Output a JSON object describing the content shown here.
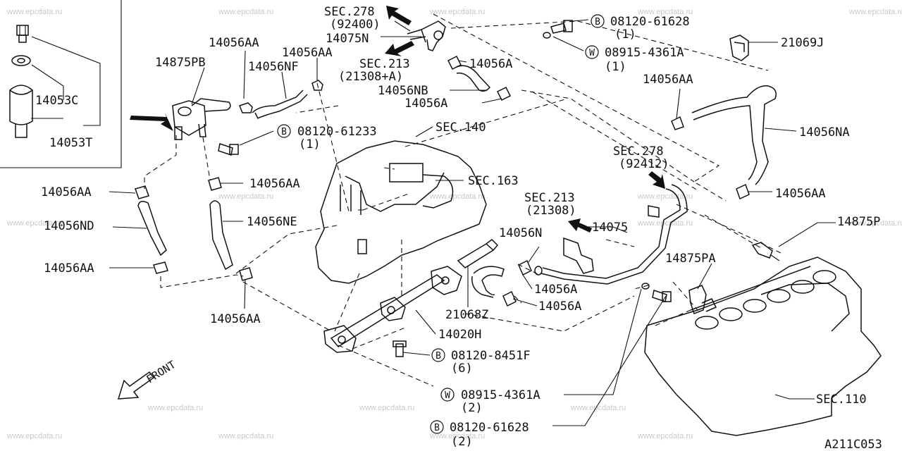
{
  "diagram_id": "A211C053",
  "watermark": "www.epcdata.ru",
  "front_label": "FRONT",
  "inset_labels": {
    "p14053c": "14053C",
    "p14053t": "14053T"
  },
  "labels": {
    "sec278a": "SEC.278",
    "sec278a_sub": "(92400)",
    "p14075n": "14075N",
    "sec213a": "SEC.213",
    "sec213a_sub": "(21308+A)",
    "p14056aa_1": "14056AA",
    "p14056aa_2": "14056AA",
    "p14056nf": "14056NF",
    "p14875pb": "14875PB",
    "p14056a_1": "14056A",
    "p14056nb": "14056NB",
    "p14056a_2": "14056A",
    "b08120_61628_top": "08120-61628",
    "b08120_61628_top_q": "(1)",
    "w08915_4361a_top": "08915-4361A",
    "w08915_4361a_top_q": "(1)",
    "p21069j": "21069J",
    "p14056aa_r": "14056AA",
    "p14056na": "14056NA",
    "b08120_61233": "08120-61233",
    "b08120_61233_q": "(1)",
    "sec140": "SEC.140",
    "sec278b": "SEC.278",
    "sec278b_sub": "(92412)",
    "sec163": "SEC.163",
    "p14056aa_l1": "14056AA",
    "p14056aa_m": "14056AA",
    "p14056aa_r2": "14056AA",
    "p14056nd": "14056ND",
    "p14056ne": "14056NE",
    "sec213b": "SEC.213",
    "sec213b_sub": "(21308)",
    "p14075": "14075",
    "p14875p": "14875P",
    "p14056n": "14056N",
    "p14056aa_l2": "14056AA",
    "p14875pa": "14875PA",
    "p14056a_3": "14056A",
    "p14056a_4": "14056A",
    "p21068z": "21068Z",
    "p14056aa_b": "14056AA",
    "p14020h": "14020H",
    "b08120_8451f": "08120-8451F",
    "b08120_8451f_q": "(6)",
    "w08915_4361a_bot": "08915-4361A",
    "w08915_4361a_bot_q": "(2)",
    "sec110": "SEC.110",
    "b08120_61628_bot": "08120-61628",
    "b08120_61628_bot_q": "(2)"
  },
  "callouts": {
    "bolt": "B",
    "washer": "W"
  }
}
